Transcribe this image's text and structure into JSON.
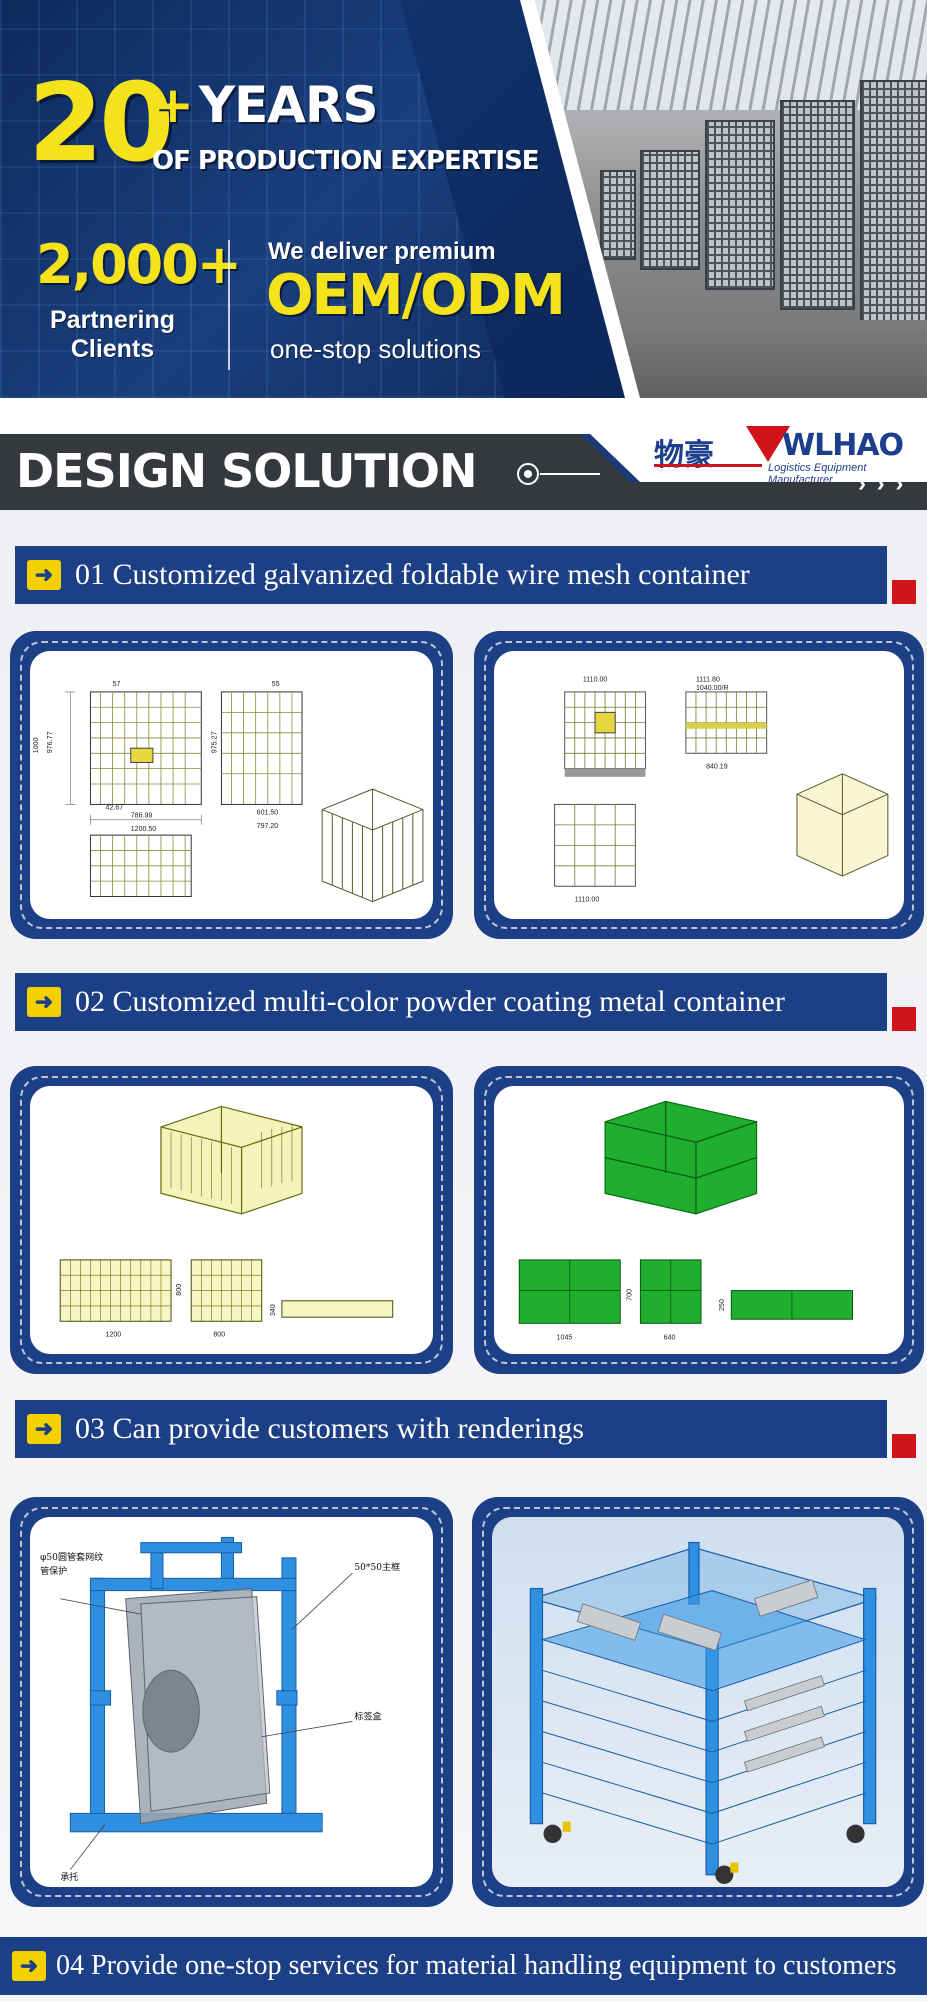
{
  "hero": {
    "big_number": "20",
    "plus": "+",
    "years": "YEARS",
    "expertise": "OF PRODUCTION EXPERTISE",
    "clients_number": "2,000+",
    "clients_label_1": "Partnering",
    "clients_label_2": "Clients",
    "deliver": "We deliver premium",
    "oem": "OEM/ODM",
    "onestop": "one-stop solutions"
  },
  "banner": {
    "title": "DESIGN SOLUTION",
    "arrows": "› › ›",
    "logo_cn": "物豪",
    "logo_en": "WLHAO",
    "logo_sub": "Logistics Equipment Manufacturer"
  },
  "sections": [
    {
      "number": "01",
      "text": "01 Customized galvanized foldable wire mesh container",
      "icon": "arrow-right-icon"
    },
    {
      "number": "02",
      "text": "02 Customized multi-color powder coating metal container",
      "icon": "arrow-right-icon"
    },
    {
      "number": "03",
      "text": "03 Can provide customers with renderings",
      "icon": "arrow-right-icon"
    },
    {
      "number": "04",
      "text": "04 Provide one-stop services for material handling equipment to customers",
      "icon": "arrow-right-icon"
    }
  ],
  "drawings": {
    "dims_a": [
      "1000",
      "976.77",
      "786.99",
      "1200.50",
      "42.67",
      "57",
      "55",
      "601.50",
      "797.20",
      "975.27"
    ],
    "dims_b": [
      "1110.00",
      "1111.80",
      "1040.00/R",
      "840.19",
      "1110.00"
    ],
    "dims_c": [
      "1200",
      "800",
      "800",
      "340"
    ],
    "dims_d": [
      "1045",
      "640",
      "700",
      "250"
    ],
    "labels_e": [
      "φ50圆管套网纹",
      "管保护",
      "50*50主框",
      "标签盒",
      "承托"
    ]
  },
  "colors": {
    "navy": "#1d3f86",
    "yellow": "#f3e21c",
    "red": "#d0141b",
    "dark_bar": "#35393d",
    "galvanized": "#c9c06a",
    "green": "#1fae2e",
    "blue_frame": "#2f8fe0"
  }
}
